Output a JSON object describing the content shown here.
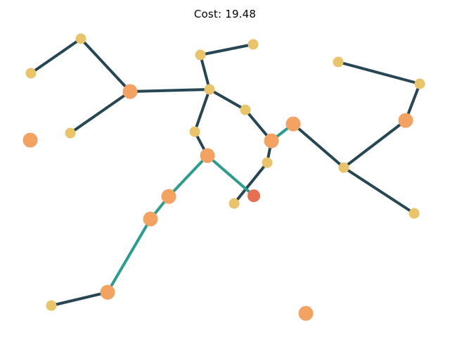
{
  "title": "Cost: 19.48",
  "colors": {
    "edge": "#264653",
    "highlight_edge": "#2a9d8f",
    "small_node": "#e9c46a",
    "large_node": "#f4a261",
    "special_node": "#e76f51"
  },
  "graph": {
    "nodes": [
      {
        "id": "n0",
        "kind": "small"
      },
      {
        "id": "n1",
        "kind": "small"
      },
      {
        "id": "n2",
        "kind": "large"
      },
      {
        "id": "n3",
        "kind": "small"
      },
      {
        "id": "n4",
        "kind": "small"
      },
      {
        "id": "n5",
        "kind": "small"
      },
      {
        "id": "n6",
        "kind": "small"
      },
      {
        "id": "n7",
        "kind": "small"
      },
      {
        "id": "n8",
        "kind": "small"
      },
      {
        "id": "n9",
        "kind": "large"
      },
      {
        "id": "n10",
        "kind": "large"
      },
      {
        "id": "n11",
        "kind": "small"
      },
      {
        "id": "n12",
        "kind": "small"
      },
      {
        "id": "n13",
        "kind": "small"
      },
      {
        "id": "n14",
        "kind": "large"
      },
      {
        "id": "n15",
        "kind": "small"
      },
      {
        "id": "n16",
        "kind": "small"
      },
      {
        "id": "n17",
        "kind": "small"
      },
      {
        "id": "n18",
        "kind": "special"
      },
      {
        "id": "n19",
        "kind": "large"
      },
      {
        "id": "n20",
        "kind": "large"
      },
      {
        "id": "n21",
        "kind": "large"
      },
      {
        "id": "n22",
        "kind": "small"
      },
      {
        "id": "n23",
        "kind": "small"
      },
      {
        "id": "n24",
        "kind": "large"
      },
      {
        "id": "n25",
        "kind": "large"
      }
    ],
    "edges": [
      {
        "from": "n0",
        "to": "n1",
        "highlight": false
      },
      {
        "from": "n1",
        "to": "n2",
        "highlight": false
      },
      {
        "from": "n2",
        "to": "n3",
        "highlight": false
      },
      {
        "from": "n2",
        "to": "n4",
        "highlight": false
      },
      {
        "from": "n4",
        "to": "n5",
        "highlight": false
      },
      {
        "from": "n5",
        "to": "n6",
        "highlight": false
      },
      {
        "from": "n4",
        "to": "n7",
        "highlight": false
      },
      {
        "from": "n4",
        "to": "n8",
        "highlight": false
      },
      {
        "from": "n8",
        "to": "n9",
        "highlight": false
      },
      {
        "from": "n7",
        "to": "n10",
        "highlight": false
      },
      {
        "from": "n10",
        "to": "n11",
        "highlight": false
      },
      {
        "from": "n11",
        "to": "n12",
        "highlight": false
      },
      {
        "from": "n10",
        "to": "n14",
        "highlight": true
      },
      {
        "from": "n14",
        "to": "n13",
        "highlight": false
      },
      {
        "from": "n13",
        "to": "n17",
        "highlight": false
      },
      {
        "from": "n13",
        "to": "n15",
        "highlight": false
      },
      {
        "from": "n15",
        "to": "n16",
        "highlight": false
      },
      {
        "from": "n13",
        "to": "n24",
        "highlight": false
      },
      {
        "from": "n24",
        "to": "n22",
        "highlight": false
      },
      {
        "from": "n22",
        "to": "n23",
        "highlight": false
      },
      {
        "from": "n9",
        "to": "n18",
        "highlight": true
      },
      {
        "from": "n9",
        "to": "n19",
        "highlight": true
      },
      {
        "from": "n19",
        "to": "n20",
        "highlight": true
      },
      {
        "from": "n20",
        "to": "n21",
        "highlight": true
      },
      {
        "from": "n21",
        "to": "n26",
        "highlight": false
      }
    ],
    "extra_nodes": [
      {
        "id": "n26",
        "kind": "small"
      }
    ],
    "isolated": [
      "n25",
      "n27"
    ],
    "isolated_nodes": [
      {
        "id": "n25",
        "kind": "large"
      },
      {
        "id": "n27",
        "kind": "large"
      }
    ]
  }
}
